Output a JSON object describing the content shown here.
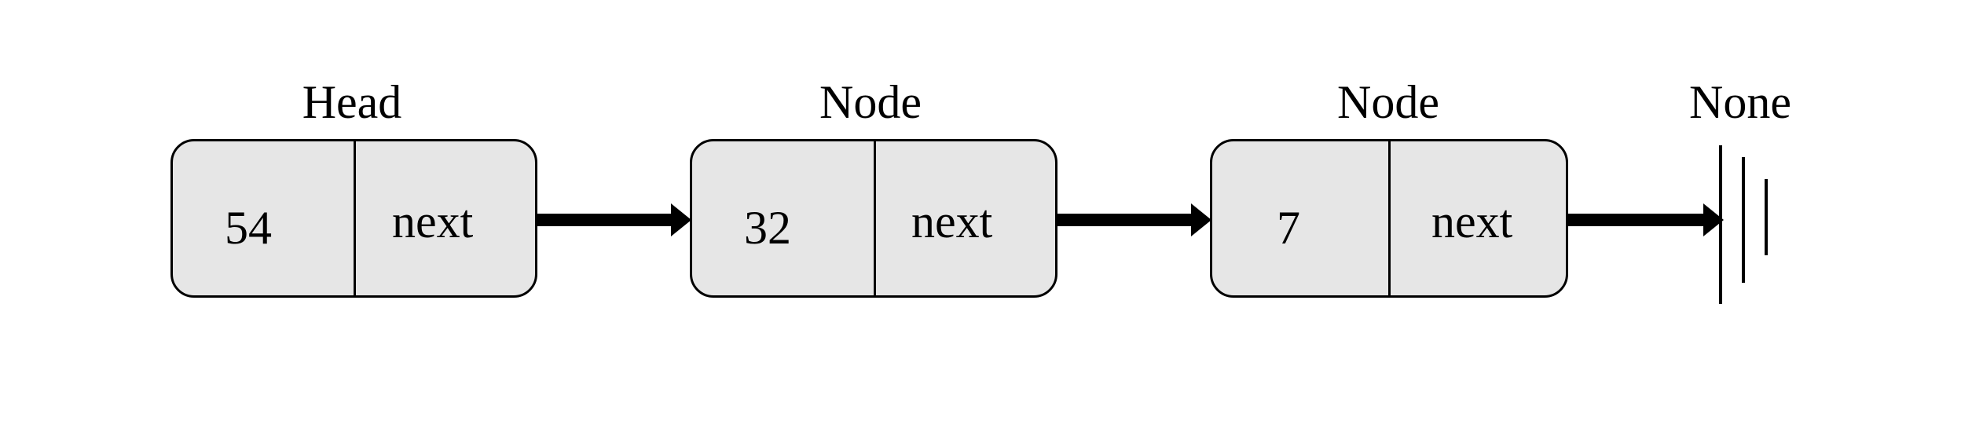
{
  "diagram": {
    "nodes": [
      {
        "title": "Head",
        "value": "54",
        "pointer": "next"
      },
      {
        "title": "Node",
        "value": "32",
        "pointer": "next"
      },
      {
        "title": "Node",
        "value": "7",
        "pointer": "next"
      }
    ],
    "terminal": {
      "title": "None"
    }
  },
  "colors": {
    "node_fill": "#e6e6e6",
    "stroke": "#000000",
    "background": "#ffffff"
  }
}
